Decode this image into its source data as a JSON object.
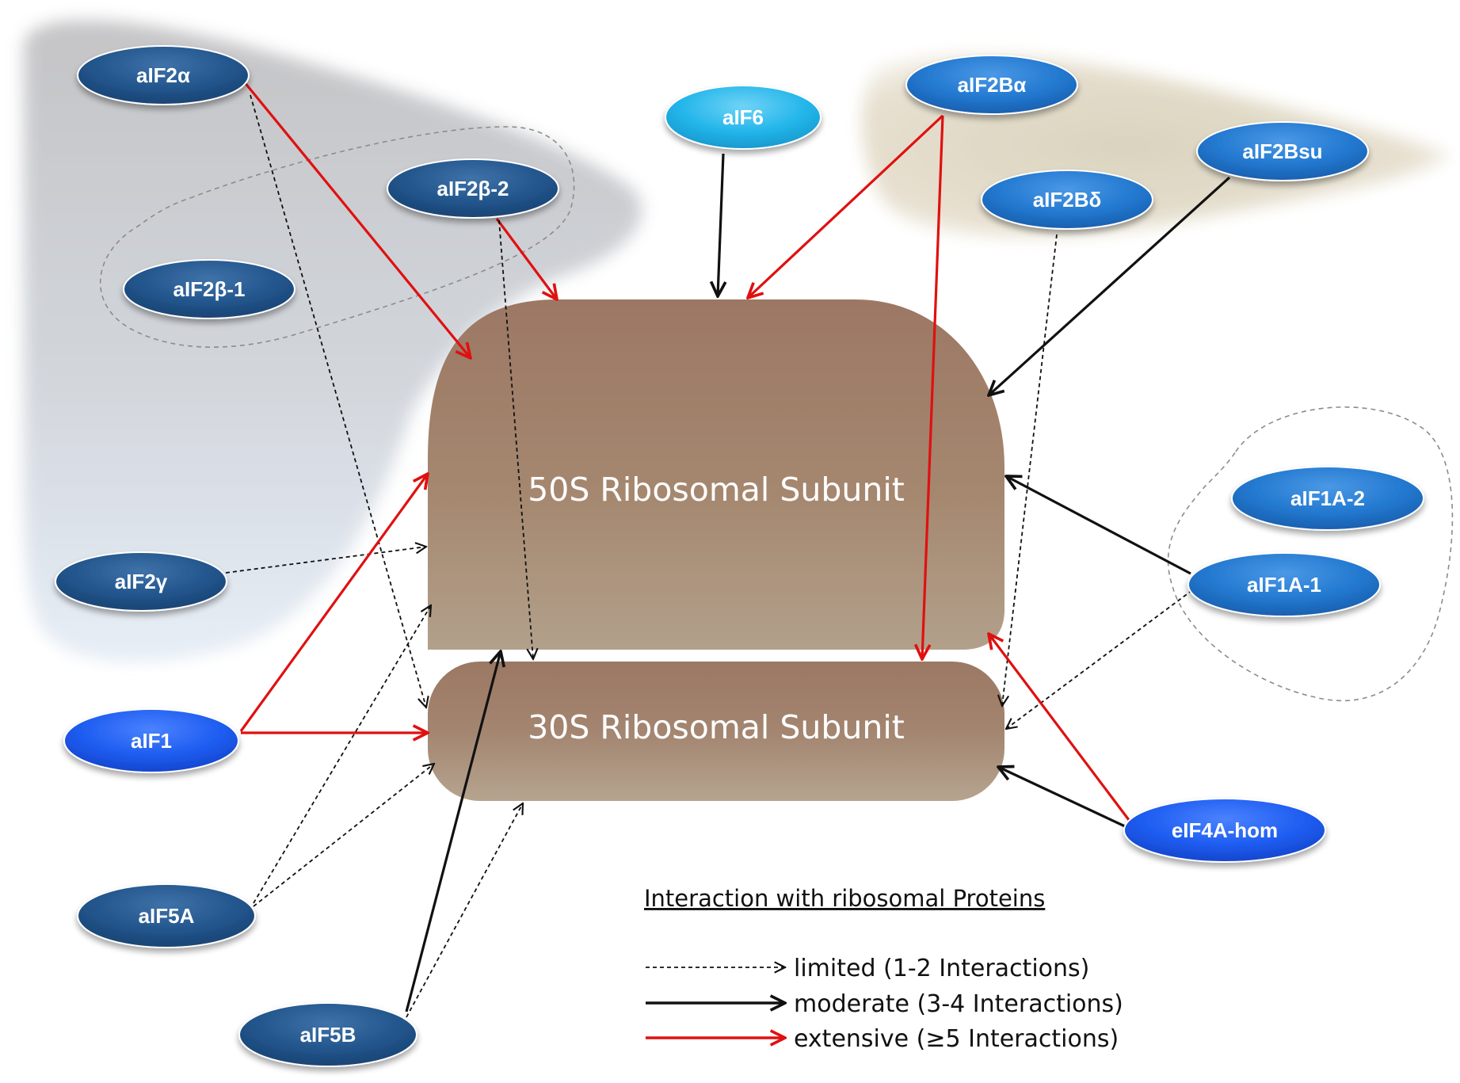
{
  "nodes": [
    {
      "id": "aIF2a",
      "label": "aIF2α",
      "style": "dark"
    },
    {
      "id": "aIF2b2",
      "label": "aIF2β-2",
      "style": "dark"
    },
    {
      "id": "aIF2b1",
      "label": "aIF2β-1",
      "style": "dark"
    },
    {
      "id": "aIF6",
      "label": "aIF6",
      "style": "cyan"
    },
    {
      "id": "aIF2Ba",
      "label": "aIF2Bα",
      "style": "mid"
    },
    {
      "id": "aIF2Bsu",
      "label": "aIF2Bsu",
      "style": "mid"
    },
    {
      "id": "aIF2Bd",
      "label": "aIF2Bδ",
      "style": "mid"
    },
    {
      "id": "aIF1A2",
      "label": "aIF1A-2",
      "style": "mid"
    },
    {
      "id": "aIF1A1",
      "label": "aIF1A-1",
      "style": "mid"
    },
    {
      "id": "aIF2g",
      "label": "aIF2γ",
      "style": "dark"
    },
    {
      "id": "aIF1",
      "label": "aIF1",
      "style": "bright"
    },
    {
      "id": "aIF5A",
      "label": "aIF5A",
      "style": "dark"
    },
    {
      "id": "aIF5B",
      "label": "aIF5B",
      "style": "dark"
    },
    {
      "id": "eIF4Ahom",
      "label": "eIF4A-hom",
      "style": "bright"
    }
  ],
  "ribosome": {
    "large_label": "50S Ribosomal Subunit",
    "small_label": "30S Ribosomal Subunit"
  },
  "edges": [
    {
      "from": "aIF2a",
      "to": "50S",
      "type": "extensive"
    },
    {
      "from": "aIF2a",
      "to": "30S",
      "type": "limited"
    },
    {
      "from": "aIF2b2",
      "to": "50S",
      "type": "extensive"
    },
    {
      "from": "aIF2b2",
      "to": "30S",
      "type": "limited"
    },
    {
      "from": "aIF6",
      "to": "50S",
      "type": "moderate"
    },
    {
      "from": "aIF2Ba",
      "to": "50S",
      "type": "extensive"
    },
    {
      "from": "aIF2Ba",
      "to": "30S",
      "type": "extensive"
    },
    {
      "from": "aIF2Bsu",
      "to": "50S",
      "type": "moderate"
    },
    {
      "from": "aIF2Bd",
      "to": "30S",
      "type": "limited"
    },
    {
      "from": "aIF1A1",
      "to": "50S",
      "type": "moderate"
    },
    {
      "from": "aIF1A1",
      "to": "30S",
      "type": "limited"
    },
    {
      "from": "aIF2g",
      "to": "50S",
      "type": "limited"
    },
    {
      "from": "aIF1",
      "to": "50S",
      "type": "extensive"
    },
    {
      "from": "aIF1",
      "to": "30S",
      "type": "extensive"
    },
    {
      "from": "aIF5A",
      "to": "50S",
      "type": "limited"
    },
    {
      "from": "aIF5A",
      "to": "30S",
      "type": "limited"
    },
    {
      "from": "aIF5B",
      "to": "50S",
      "type": "moderate"
    },
    {
      "from": "aIF5B",
      "to": "30S",
      "type": "limited"
    },
    {
      "from": "eIF4Ahom",
      "to": "50S",
      "type": "extensive"
    },
    {
      "from": "eIF4Ahom",
      "to": "30S",
      "type": "moderate"
    }
  ],
  "legend": {
    "title": "Interaction with ribosomal Proteins",
    "limited": "limited (1-2 Interactions)",
    "moderate": "moderate (3-4 Interactions)",
    "extensive": "extensive (≥5 Interactions)"
  },
  "colors": {
    "extensive": "#e01010",
    "moderate": "#111111",
    "limited": "#111111",
    "ribosome": "#a07e68",
    "node_dark": "#1f4e84",
    "node_mid": "#1e6fc6",
    "node_bright": "#1a55e6",
    "node_cyan": "#1ab2e8"
  }
}
